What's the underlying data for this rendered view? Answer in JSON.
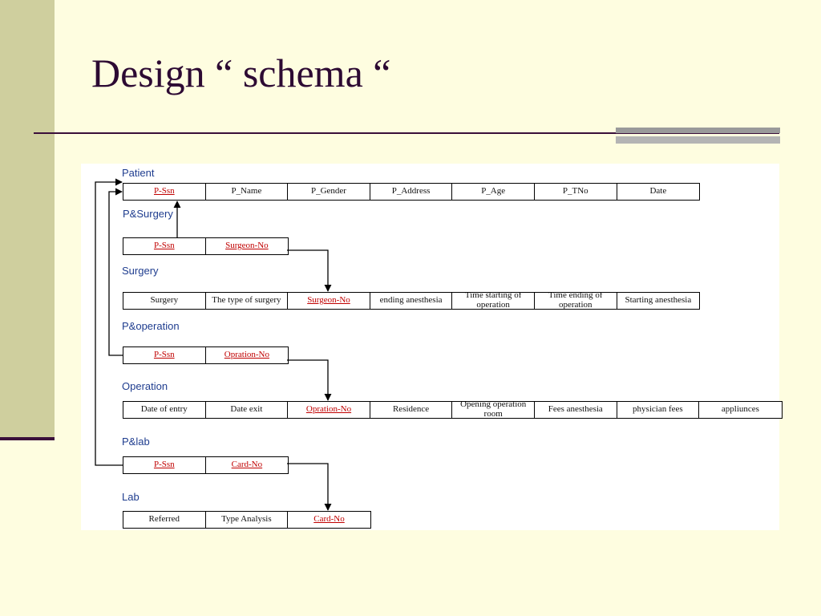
{
  "slide": {
    "title": "Design “ schema “"
  },
  "diagram": {
    "patient": {
      "label": "Patient",
      "fields": [
        "P-Ssn",
        "P_Name",
        "P_Gender",
        "P_Address",
        "P_Age",
        "P_TNo",
        "Date"
      ],
      "keys": [
        0
      ]
    },
    "p_surgery": {
      "label": "P&Surgery",
      "fields": [
        "P-Ssn",
        "Surgeon-No"
      ],
      "keys": [
        0,
        1
      ]
    },
    "surgery": {
      "label": "Surgery",
      "fields": [
        "Surgery",
        "The type of surgery",
        "Surgeon-No",
        "ending anesthesia",
        "Time starting of operation",
        "Time ending of operation",
        "Starting anesthesia"
      ],
      "keys": [
        2
      ]
    },
    "p_operation": {
      "label": "P&operation",
      "fields": [
        "P-Ssn",
        "Opration-No"
      ],
      "keys": [
        0,
        1
      ]
    },
    "operation": {
      "label": "Operation",
      "fields": [
        "Date of entry",
        "Date exit",
        "Opration-No",
        "Residence",
        "Opening operation room",
        "Fees anesthesia",
        "physician fees",
        "appliunces"
      ],
      "keys": [
        2
      ]
    },
    "p_lab": {
      "label": "P&lab",
      "fields": [
        "P-Ssn",
        "Card-No"
      ],
      "keys": [
        0,
        1
      ]
    },
    "lab": {
      "label": "Lab",
      "fields": [
        "Referred",
        "Type Analysis",
        "Card-No"
      ],
      "keys": [
        2
      ]
    }
  },
  "colors": {
    "key_field": "#c00000",
    "entity_label": "#1f3d8f",
    "title": "#2d0a33",
    "background": "#fefde0",
    "sidebar": "#cfcf9e"
  }
}
